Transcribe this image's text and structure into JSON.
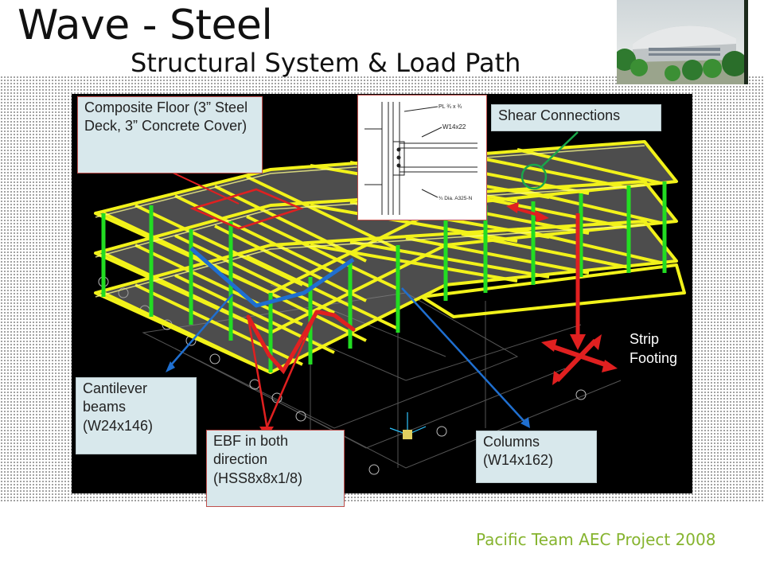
{
  "slide": {
    "title": "Wave - Steel",
    "subtitle": "Structural System & Load Path",
    "footer": "Pacific Team AEC Project 2008"
  },
  "labels": {
    "composite_floor": "Composite Floor (3” Steel Deck, 3” Concrete Cover)",
    "shear_connections": "Shear Connections",
    "cantilever_beams": "Cantilever beams (W24x146)",
    "ebf": "EBF in both direction (HSS8x8x1/8)",
    "columns": "Columns (W14x162)",
    "strip_footing": "Strip Footing"
  },
  "detail_drawing": {
    "plate": "PL ¾ x ¾",
    "beam": "W14x22",
    "bolts": "¾ Dia. A325-N"
  },
  "colors": {
    "frame": "#f2f21a",
    "columns": "#22dd22",
    "braces": "#e02020",
    "leaders_blue": "#1f6fd0",
    "leader_green": "#1aa84a",
    "footer": "#86b42f"
  }
}
